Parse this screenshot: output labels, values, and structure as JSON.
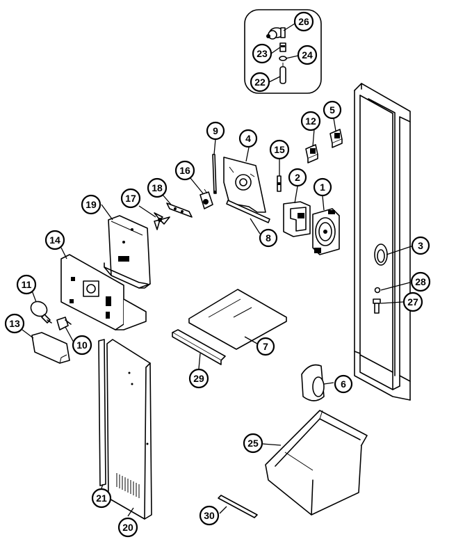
{
  "diagram": {
    "callouts": [
      {
        "id": "c26",
        "label": "26"
      },
      {
        "id": "c23",
        "label": "23"
      },
      {
        "id": "c24",
        "label": "24"
      },
      {
        "id": "c22",
        "label": "22"
      },
      {
        "id": "c12",
        "label": "12"
      },
      {
        "id": "c5",
        "label": "5"
      },
      {
        "id": "c9",
        "label": "9"
      },
      {
        "id": "c4",
        "label": "4"
      },
      {
        "id": "c15",
        "label": "15"
      },
      {
        "id": "c16",
        "label": "16"
      },
      {
        "id": "c2",
        "label": "2"
      },
      {
        "id": "c1",
        "label": "1"
      },
      {
        "id": "c18",
        "label": "18"
      },
      {
        "id": "c17",
        "label": "17"
      },
      {
        "id": "c19",
        "label": "19"
      },
      {
        "id": "c8",
        "label": "8"
      },
      {
        "id": "c3",
        "label": "3"
      },
      {
        "id": "c14",
        "label": "14"
      },
      {
        "id": "c28",
        "label": "28"
      },
      {
        "id": "c27",
        "label": "27"
      },
      {
        "id": "c11",
        "label": "11"
      },
      {
        "id": "c13",
        "label": "13"
      },
      {
        "id": "c10",
        "label": "10"
      },
      {
        "id": "c7",
        "label": "7"
      },
      {
        "id": "c29",
        "label": "29"
      },
      {
        "id": "c6",
        "label": "6"
      },
      {
        "id": "c25",
        "label": "25"
      },
      {
        "id": "c21",
        "label": "21"
      },
      {
        "id": "c20",
        "label": "20"
      },
      {
        "id": "c30",
        "label": "30"
      }
    ]
  }
}
